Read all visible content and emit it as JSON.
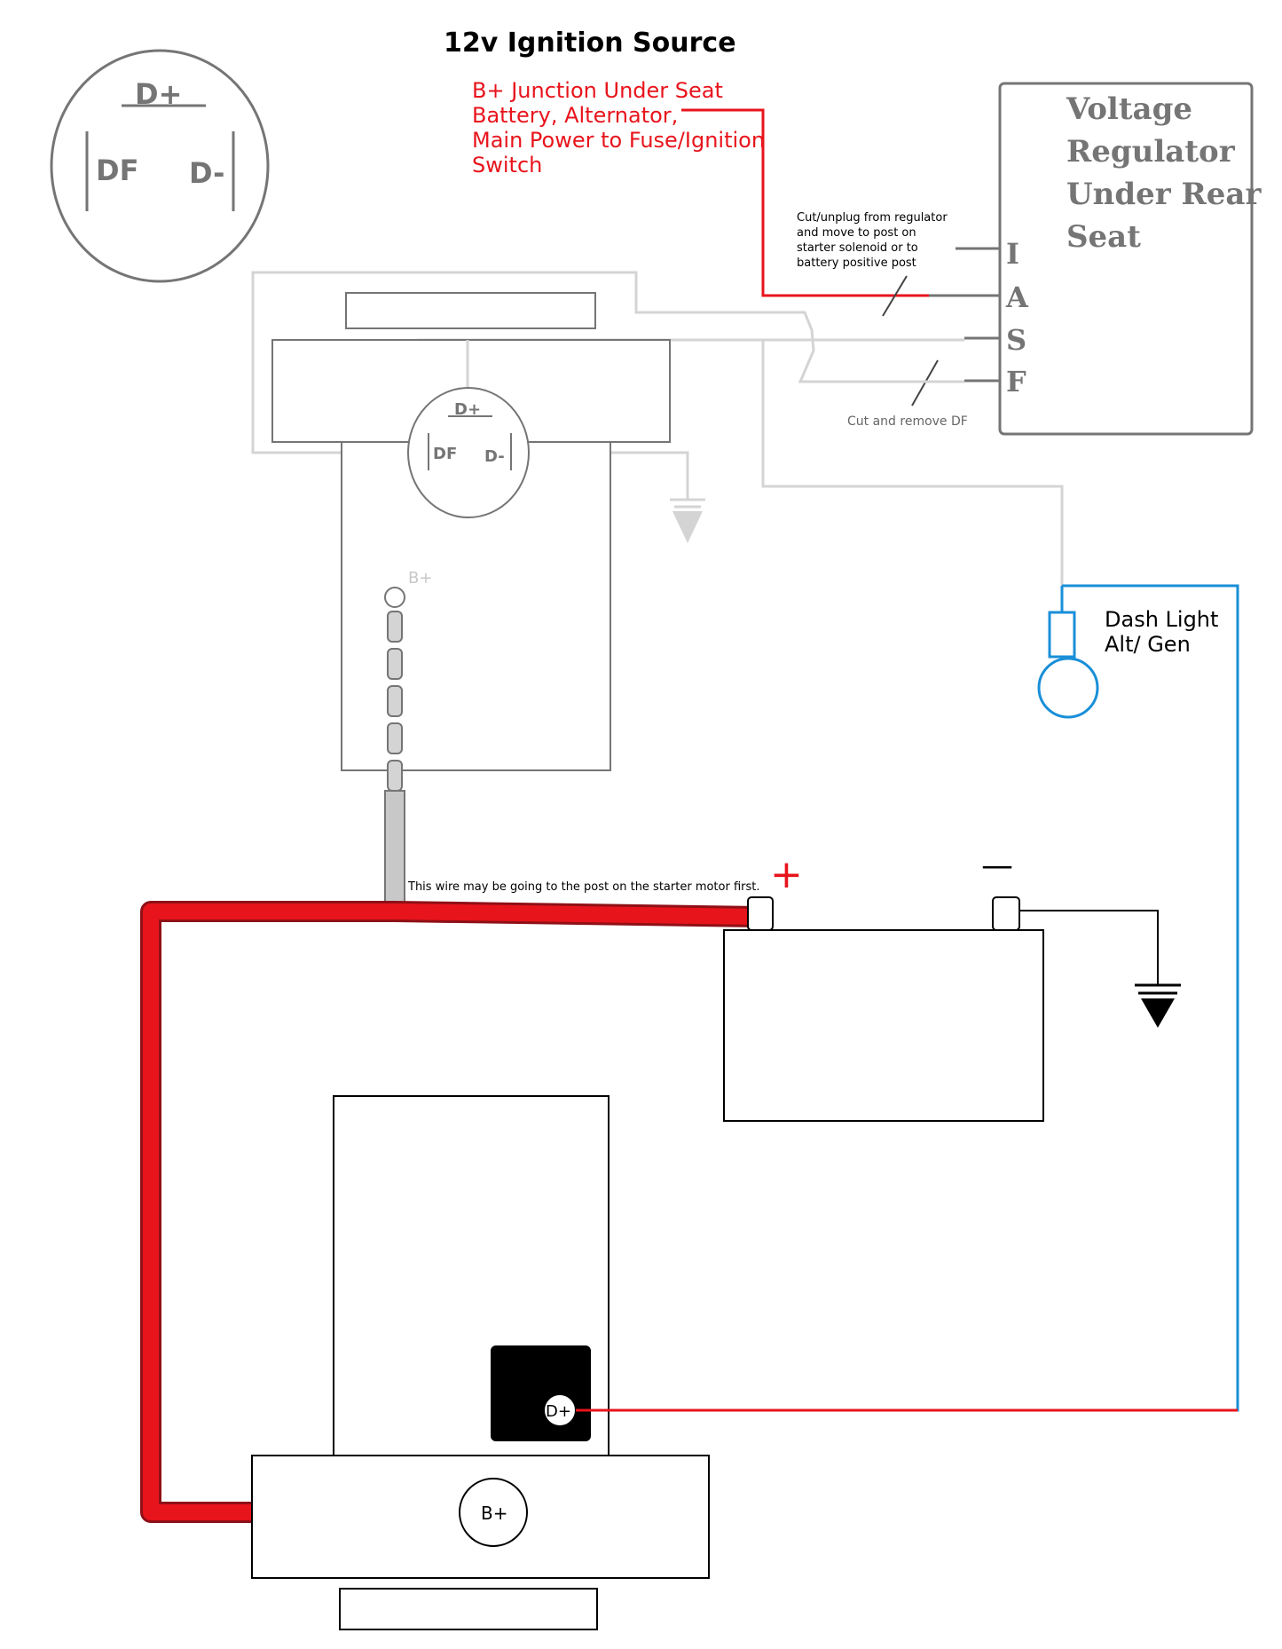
{
  "title": "12v Ignition Source",
  "connector_key": {
    "top": "D+",
    "left": "DF",
    "right": "D-"
  },
  "b_junction_note": [
    "B+ Junction Under Seat",
    "Battery, Alternator,",
    "Main Power to Fuse/Ignition",
    "Switch"
  ],
  "regulator": {
    "label_lines": [
      "Voltage",
      "Regulator",
      "Under Rear",
      "Seat"
    ],
    "terminals": [
      "I",
      "A",
      "S",
      "F"
    ]
  },
  "cut_note": [
    "Cut/unplug from regulator",
    "and move to post on",
    "starter solenoid or to",
    "battery positive post"
  ],
  "cut_df_note": "Cut and remove DF",
  "small_connector": {
    "top": "D+",
    "left": "DF",
    "right": "D-"
  },
  "stud_label": "B+",
  "wire_note": "This wire may be going to the post on the starter motor first.",
  "battery": {
    "positive": "+",
    "negative": "—"
  },
  "dash_light": [
    "Dash Light",
    "Alt/ Gen"
  ],
  "alternator": {
    "d_plus": "D+",
    "b_plus": "B+"
  },
  "colors": {
    "battery_cable": "#e8141c",
    "signal_wire": "#e8141c",
    "dash_wire": "#1a8fd8",
    "grey_wire": "#d4d4d4",
    "outline": "#757575"
  }
}
